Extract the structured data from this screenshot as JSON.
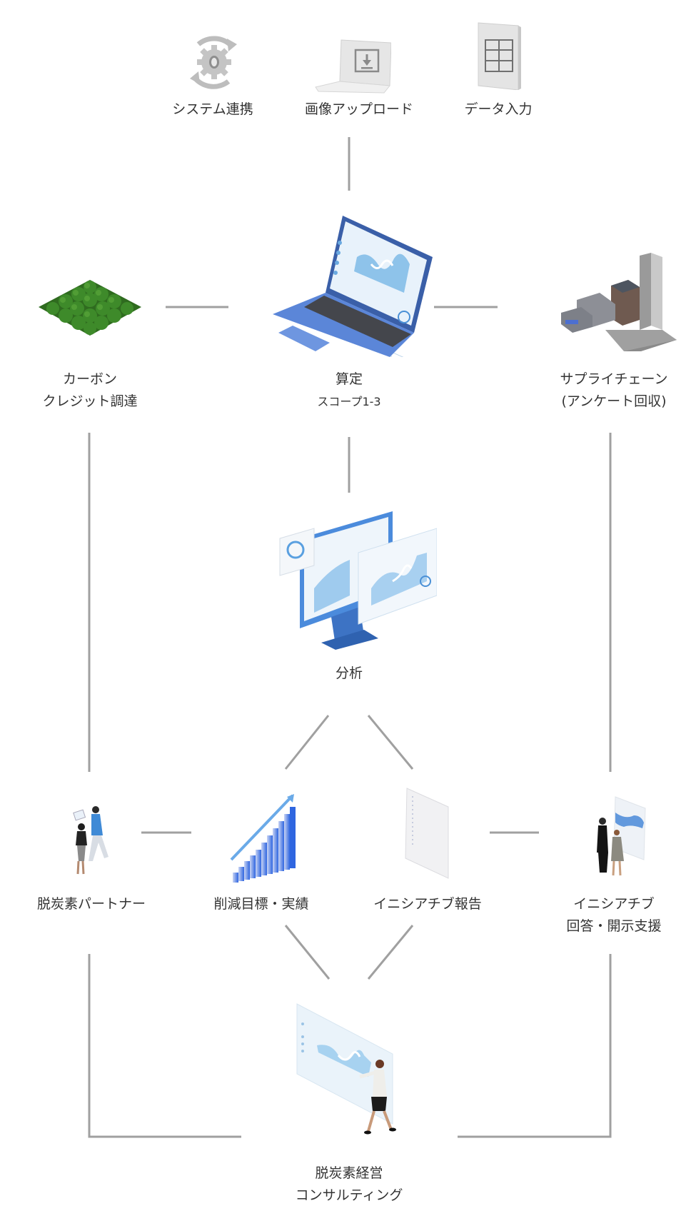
{
  "diagram": {
    "inputs": [
      {
        "label": "システム連携",
        "icon": "gear-sync-icon"
      },
      {
        "label": "画像アップロード",
        "icon": "laptop-upload-icon"
      },
      {
        "label": "データ入力",
        "icon": "data-grid-panel-icon"
      }
    ],
    "middle_row": [
      {
        "label_lines": [
          "カーボン",
          "クレジット調達"
        ],
        "icon": "forest-icon"
      },
      {
        "label_lines": [
          "算定",
          "スコープ1-3"
        ],
        "icon": "laptop-dashboard-icon"
      },
      {
        "label_lines": [
          "サプライチェーン",
          "(アンケート回収)"
        ],
        "icon": "buildings-icon"
      }
    ],
    "analysis": {
      "label": "分析",
      "icon": "monitor-dashboard-icon"
    },
    "outputs": [
      {
        "label_lines": [
          "脱炭素パートナー"
        ],
        "icon": "partners-people-icon"
      },
      {
        "label_lines": [
          "削減目標・実績"
        ],
        "icon": "bar-growth-chart-icon"
      },
      {
        "label_lines": [
          "イニシアチブ報告"
        ],
        "icon": "report-document-icon"
      },
      {
        "label_lines": [
          "イニシアチブ",
          "回答・開示支援"
        ],
        "icon": "presentation-people-icon"
      }
    ],
    "consulting": {
      "label_lines": [
        "脱炭素経営",
        "コンサルティング"
      ],
      "icon": "consultant-screen-icon"
    },
    "colors": {
      "connector": "#9e9e9e",
      "accent_blue": "#4a7fd6",
      "text": "#333333"
    }
  }
}
